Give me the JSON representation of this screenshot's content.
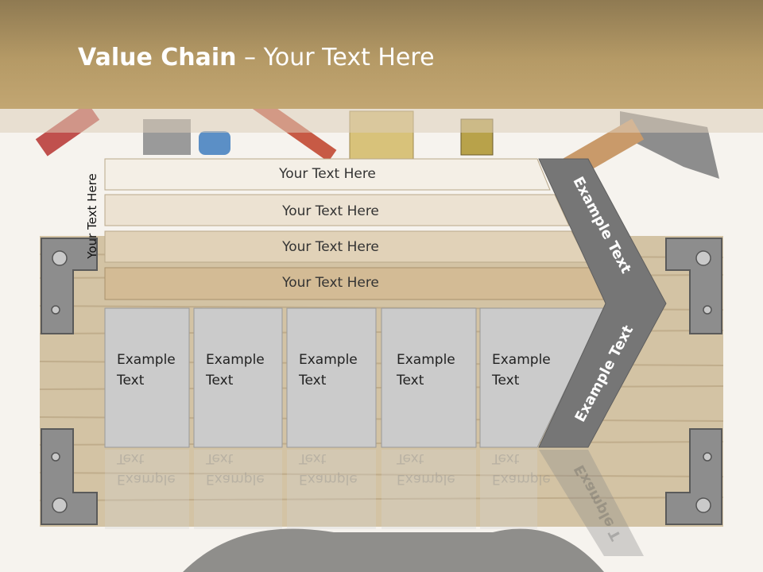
{
  "title": {
    "bold": "Value Chain",
    "rest": " – Your Text Here"
  },
  "side_label": "Your Text Here",
  "bars": [
    "Your Text Here",
    "Your Text Here",
    "Your Text Here",
    "Your Text Here"
  ],
  "boxes": [
    {
      "line1": "Example",
      "line2": "Text"
    },
    {
      "line1": "Example",
      "line2": "Text"
    },
    {
      "line1": "Example",
      "line2": "Text"
    },
    {
      "line1": "Example",
      "line2": "Text"
    },
    {
      "line1": "Example",
      "line2": "Text"
    }
  ],
  "arrow": {
    "upper": "Example Text",
    "lower": "Example Text",
    "lower_reflection": "Example T"
  },
  "colors": {
    "title_band": "#b59a66",
    "arrow": "#767676",
    "box": "#cbcbcb",
    "bar1": "#f4efe6",
    "bar2": "#ece2d2",
    "bar3": "#e1d2b8",
    "bar4": "#d3bb95"
  }
}
